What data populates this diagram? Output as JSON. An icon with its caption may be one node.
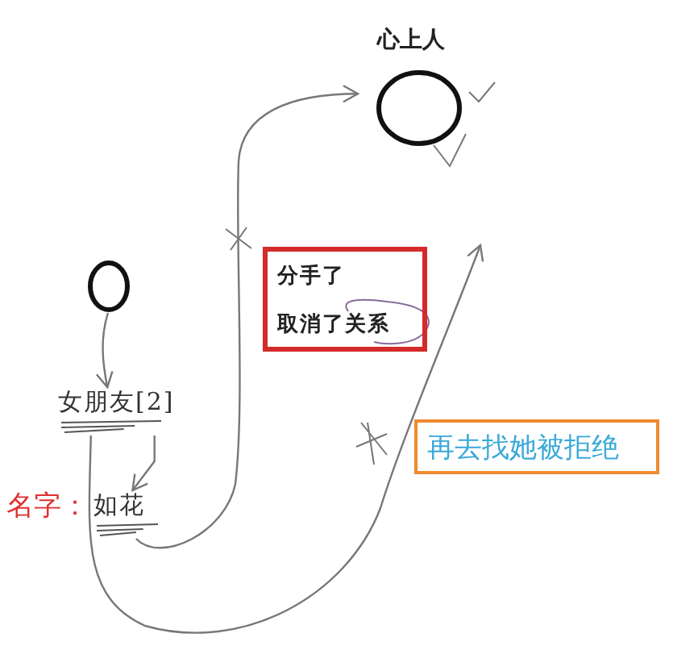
{
  "diagram": {
    "nodes": [
      {
        "text": [],
        "shape": "circle"
      },
      {
        "text": [
          "女朋友[2]"
        ]
      },
      {
        "text": [
          "如花"
        ],
        "beside": [
          "名字："
        ]
      },
      {
        "text": [
          "心上人"
        ]
      },
      {
        "text": [
          "分手了",
          "取消了关系"
        ]
      },
      {
        "text": [
          "再去找她被拒绝"
        ]
      }
    ],
    "edges": [
      {
        "from": 0,
        "to": 1,
        "arrow": "to"
      },
      {
        "from": 1,
        "to": 2,
        "arrow": "to"
      },
      {
        "from": 2,
        "to": 3,
        "arrow": "to"
      },
      {
        "from": 1,
        "to": null,
        "arrow": "to"
      }
    ]
  }
}
